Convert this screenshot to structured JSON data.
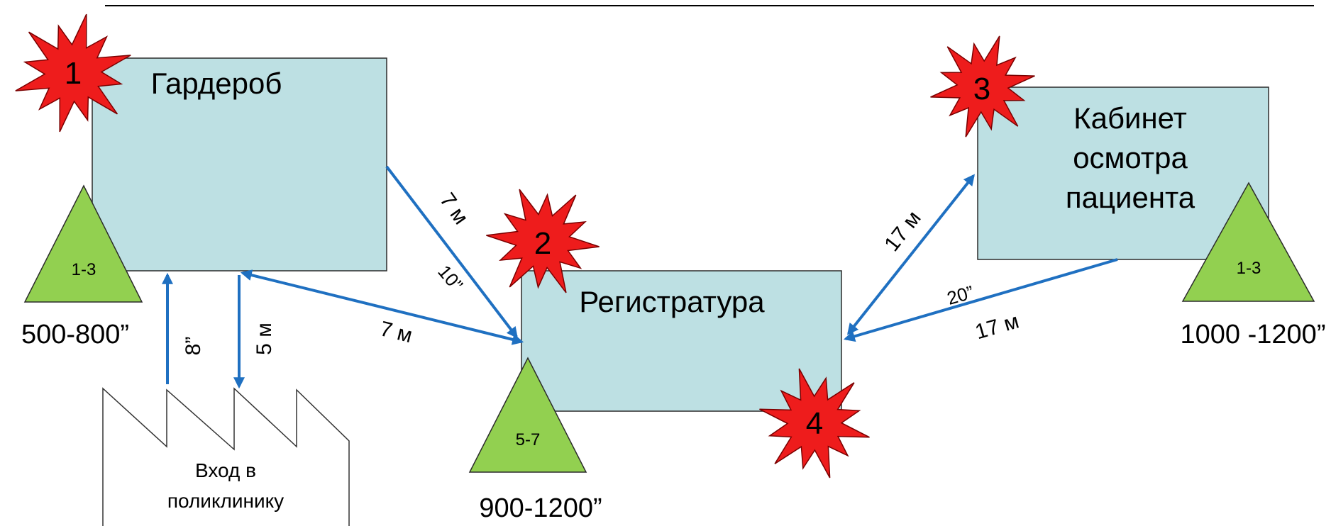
{
  "diagram": {
    "rooms": {
      "wardrobe": "Гардероб",
      "registry": "Регистратура",
      "exam_room": [
        "Кабинет",
        "осмотра",
        "пациента"
      ]
    },
    "entrance": [
      "Вход в",
      "поликлинику"
    ],
    "stations": {
      "wardrobe_triangle": "1-3",
      "registry_triangle": "5-7",
      "exam_triangle": "1-3"
    },
    "step_numbers": [
      "1",
      "2",
      "3",
      "4"
    ],
    "time_labels": {
      "wardrobe": "500-800”",
      "registry": "900-1200”",
      "exam": "1000 -1200”"
    },
    "path_labels": {
      "entrance_to_wardrobe_time": "8”",
      "wardrobe_to_entrance_distance": "5 м",
      "wardrobe_to_registry_distance": "7 м",
      "wardrobe_to_registry_time": "10”",
      "registry_to_wardrobe_distance": "7 м",
      "registry_to_exam_distance": "17 м",
      "exam_to_registry_time": "20”",
      "exam_to_registry_distance": "17 м"
    },
    "colors": {
      "room_fill": "#bde0e3",
      "triangle_fill": "#92d050",
      "burst_fill": "#ee1c1c",
      "arrow": "#1f70c1"
    }
  }
}
